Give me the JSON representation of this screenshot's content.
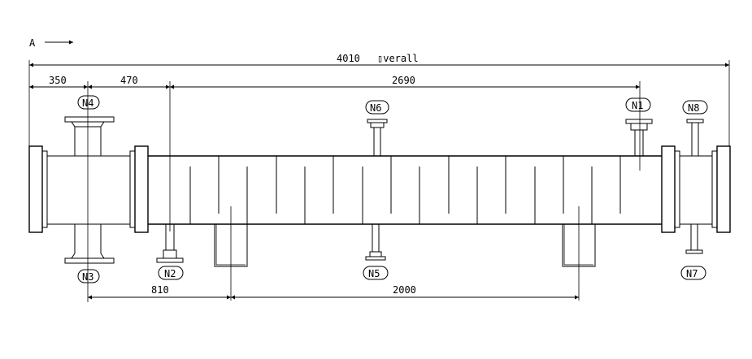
{
  "view_label": "A",
  "dimensions": {
    "overall_value": "4010",
    "overall_word": "▯verall",
    "seg_350": "350",
    "seg_470": "470",
    "seg_2690": "2690",
    "seg_810": "810",
    "seg_2000": "2000"
  },
  "nozzles": {
    "n1": "N1",
    "n2": "N2",
    "n3": "N3",
    "n4": "N4",
    "n5": "N5",
    "n6": "N6",
    "n7": "N7",
    "n8": "N8"
  }
}
